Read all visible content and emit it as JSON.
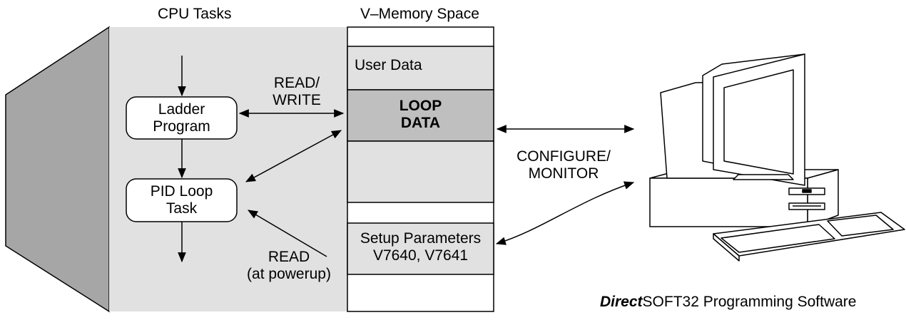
{
  "headers": {
    "cpu_tasks": "CPU Tasks",
    "memory_space": "V–Memory Space"
  },
  "cpu": {
    "ladder_program": "Ladder\nProgram",
    "pid_task": "PID Loop\nTask"
  },
  "arrows": {
    "read_write": "READ/\nWRITE",
    "read_powerup": "READ\n(at powerup)",
    "configure_monitor": "CONFIGURE/\nMONITOR"
  },
  "memory": {
    "user_data": "User Data",
    "loop_data": "LOOP\nDATA",
    "setup_parameters": "Setup Parameters\nV7640, V7641"
  },
  "software": {
    "name_bold": "Direct",
    "name_rest": "SOFT32 Programming Software"
  },
  "colors": {
    "cpu_panel": "#e1e1e1",
    "cpu_side": "#a6a6a6",
    "memory_light": "#e1e1e1",
    "loop_data_fill": "#bfbfbf",
    "computer_fill": "#ffffff"
  }
}
